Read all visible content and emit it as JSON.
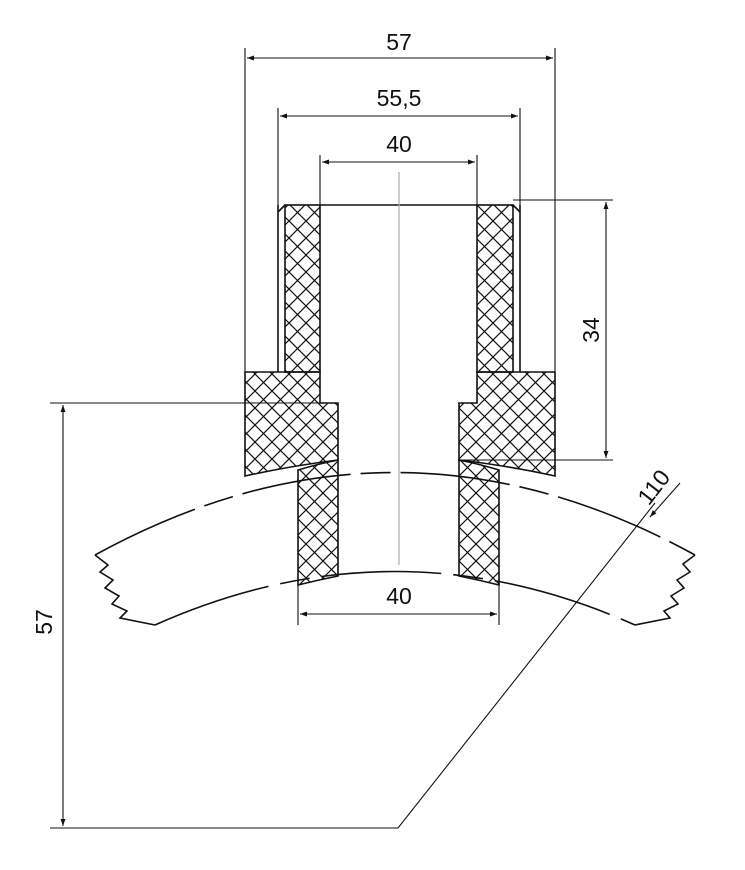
{
  "colors": {
    "line": "#111111",
    "background": "#ffffff",
    "centerline": "#aaaaaa"
  },
  "dimensions": {
    "outer_width": "57",
    "thread_width": "55,5",
    "inner_bore_top": "40",
    "socket_height": "34",
    "pipe_diameter": "110",
    "bore_bottom": "40",
    "total_height": "57"
  }
}
